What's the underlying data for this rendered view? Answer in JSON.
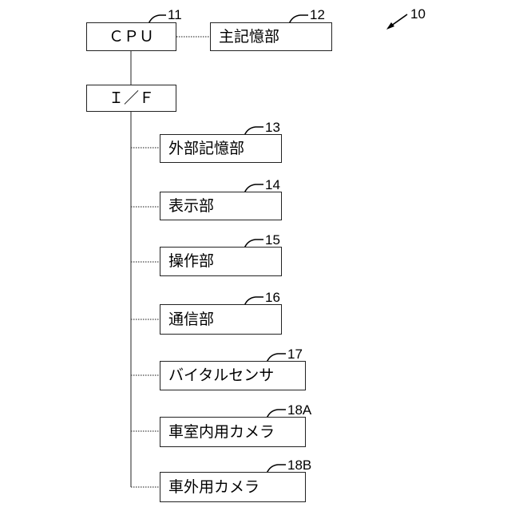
{
  "figure_ref": "10",
  "blocks": {
    "cpu": {
      "label": "ＣＰＵ",
      "ref": "11"
    },
    "main_memory": {
      "label": "主記憶部",
      "ref": "12"
    },
    "interface": {
      "label": "Ｉ／Ｆ"
    },
    "external_storage": {
      "label": "外部記憶部",
      "ref": "13"
    },
    "display": {
      "label": "表示部",
      "ref": "14"
    },
    "operation": {
      "label": "操作部",
      "ref": "15"
    },
    "communication": {
      "label": "通信部",
      "ref": "16"
    },
    "vital_sensor": {
      "label": "バイタルセンサ",
      "ref": "17"
    },
    "in_cabin_camera": {
      "label": "車室内用カメラ",
      "ref": "18A"
    },
    "exterior_camera": {
      "label": "車外用カメラ",
      "ref": "18B"
    }
  }
}
